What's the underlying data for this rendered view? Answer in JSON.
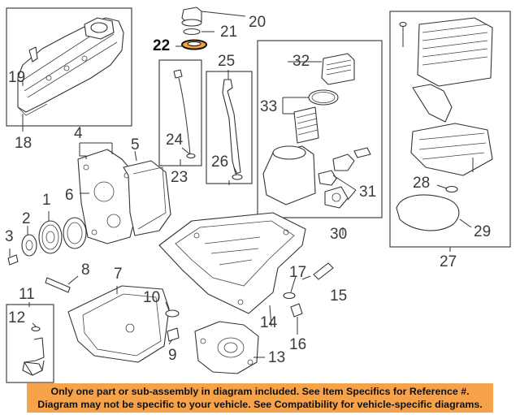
{
  "callouts": {
    "c1": "1",
    "c2": "2",
    "c3": "3",
    "c4": "4",
    "c5": "5",
    "c6": "6",
    "c7": "7",
    "c8": "8",
    "c9": "9",
    "c10": "10",
    "c11": "11",
    "c12": "12",
    "c13": "13",
    "c14": "14",
    "c15": "15",
    "c16": "16",
    "c17": "17",
    "c18": "18",
    "c19": "19",
    "c20": "20",
    "c21": "21",
    "c22": "22",
    "c23": "23",
    "c24": "24",
    "c25": "25",
    "c26": "26",
    "c27": "27",
    "c28": "28",
    "c29": "29",
    "c30": "30",
    "c31": "31",
    "c32": "32",
    "c33": "33"
  },
  "highlighted_callout": "22",
  "notice": {
    "line1": "Only one part or sub-assembly in diagram included. See Item Specifics for Reference #.",
    "line2": "Diagram may not be specific to your vehicle. See Compatibility for vehicle-specific diagrams.",
    "background": "#f5a24a"
  }
}
